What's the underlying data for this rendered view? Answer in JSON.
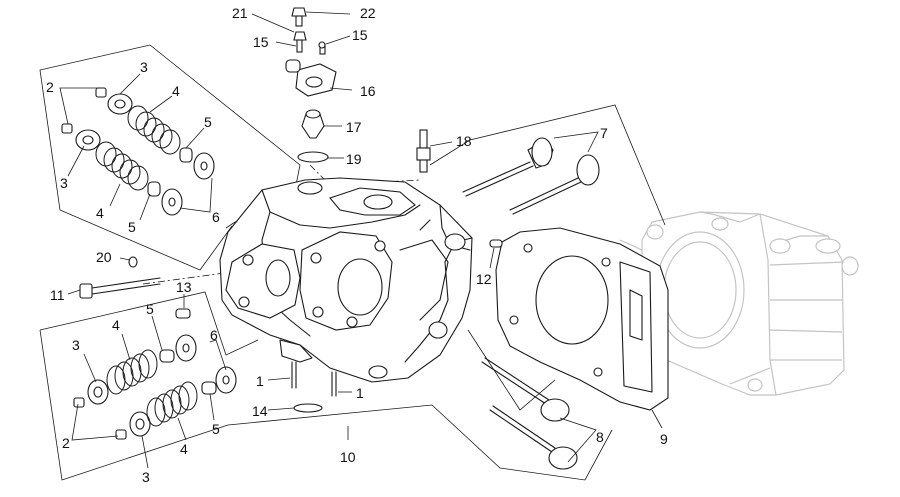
{
  "callouts": {
    "c21": "21",
    "c22": "22",
    "c15a": "15",
    "c15b": "15",
    "c16": "16",
    "c17": "17",
    "c18": "18",
    "c19": "19",
    "c7": "7",
    "c2a": "2",
    "c3a": "3",
    "c4a": "4",
    "c5a": "5",
    "c3b": "3",
    "c4b": "4",
    "c5b": "5",
    "c6a": "6",
    "c20": "20",
    "c11": "11",
    "c12": "12",
    "c13": "13",
    "c5c": "5",
    "c4c": "4",
    "c3c": "3",
    "c6b": "6",
    "c1a": "1",
    "c1b": "1",
    "c14": "14",
    "c2b": "2",
    "c4d": "4",
    "c5d": "5",
    "c3d": "3",
    "c10": "10",
    "c8": "8",
    "c9": "9"
  },
  "colors": {
    "line": "#1a1a1a",
    "ghost": "#c4c4c4",
    "background": "#ffffff"
  }
}
